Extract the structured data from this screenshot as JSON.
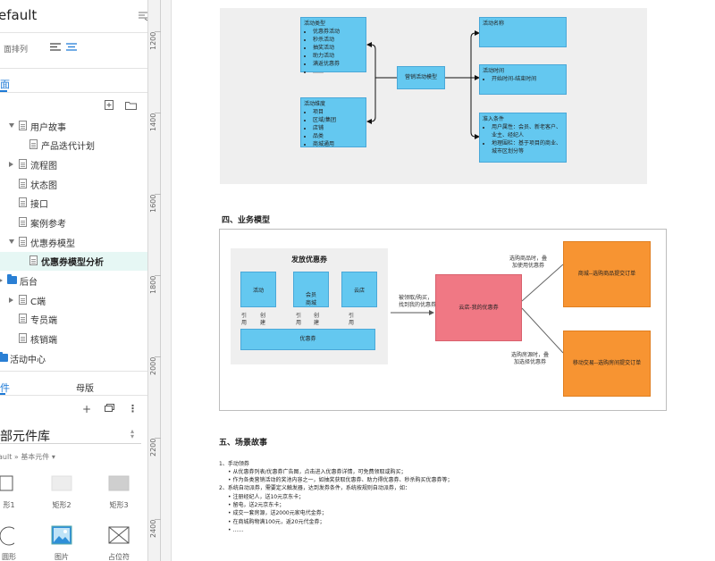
{
  "sidebar": {
    "title": "efault",
    "sort_label": "面排列",
    "pages_tab": "面",
    "tree": [
      {
        "label": "用户故事",
        "kind": "page",
        "expanded": true,
        "indent": 1
      },
      {
        "label": "产品迭代计划",
        "kind": "page",
        "indent": 2
      },
      {
        "label": "流程图",
        "kind": "page",
        "collapsed": true,
        "indent": 1
      },
      {
        "label": "状态图",
        "kind": "page",
        "indent": 1
      },
      {
        "label": "接口",
        "kind": "page",
        "indent": 1
      },
      {
        "label": "案例参考",
        "kind": "page",
        "indent": 1
      },
      {
        "label": "优惠券模型",
        "kind": "page",
        "expanded": true,
        "indent": 1
      },
      {
        "label": "优惠券模型分析",
        "kind": "page",
        "indent": 2,
        "selected": true
      },
      {
        "label": "后台",
        "kind": "folder",
        "collapsed": true,
        "indent": 0
      },
      {
        "label": "C端",
        "kind": "page",
        "collapsed": true,
        "indent": 1
      },
      {
        "label": "专员端",
        "kind": "page",
        "indent": 1
      },
      {
        "label": "核销端",
        "kind": "page",
        "indent": 1
      },
      {
        "label": "活动中心",
        "kind": "folder",
        "indent": -1
      }
    ],
    "library": {
      "tab_components": "件",
      "tab_masters": "母版",
      "selected_library": "部元件库",
      "breadcrumb": "ault » 基本元件 ▾",
      "widgets": [
        {
          "label": "形1",
          "icon": "rectangle-outline-icon"
        },
        {
          "label": "矩形2",
          "icon": "rectangle-light-icon"
        },
        {
          "label": "矩形3",
          "icon": "rectangle-gray-icon"
        },
        {
          "label": "圆形",
          "icon": "ellipse-icon"
        },
        {
          "label": "图片",
          "icon": "image-icon"
        },
        {
          "label": "占位符",
          "icon": "placeholder-icon"
        }
      ]
    }
  },
  "ruler": {
    "labels": [
      "1200",
      "1400",
      "1600",
      "1800",
      "2000",
      "2200",
      "2400"
    ]
  },
  "diagram1": {
    "activity_type": {
      "title": "活动类型",
      "items": [
        "优惠券活动",
        "秒杀活动",
        "抽奖活动",
        "助力活动",
        "满返优惠券",
        "……"
      ]
    },
    "activity_dimension": {
      "title": "活动维度",
      "items": [
        "项目",
        "区域/集团",
        "店铺",
        "品类",
        "商城通用"
      ]
    },
    "center": "营销活动模型",
    "activity_name": "活动名称",
    "activity_time": {
      "title": "活动时间",
      "items": [
        "开始时间-结束时间"
      ]
    },
    "entry_conditions": {
      "title": "准入条件",
      "items": [
        "用户属性：会员、新老客户、业主、经纪人",
        "地理围栏：基于项目的商业、城市区划分等"
      ]
    }
  },
  "section4": {
    "heading": "四、业务模型",
    "issue_title": "发放优惠券",
    "sources": [
      "活动",
      "会员\n商城",
      "云店"
    ],
    "coupon": "优惠券",
    "edge_cite": "引\n用",
    "edge_create": "创\n建",
    "claim_text": "被领取/购买，\n找到我的优惠券",
    "wallet": "云店-我的优惠券",
    "mall_order": "商城--选购商品提交订单",
    "mobile_order": "移动交易--选购房间提交订单",
    "mall_note": "选购商品时，叠\n加使用优惠券",
    "room_note": "选购房源时，叠\n加选择优惠券"
  },
  "section5": {
    "heading": "五、场景故事",
    "lines": [
      "1、手动领券",
      "从优惠券列表/优惠券广告图，点击进入优惠券详情，可免费领取或购买；",
      "作为各类营销活动的奖池内容之一，如抽奖获取优惠券、助力得优惠券、秒杀购买优惠券等；",
      "2、系统自动派券，需要定义触发器，达到发券条件，系统按规则自动派券，如：",
      "注册经纪人，送10元京东卡；",
      "留电，送2元京东卡；",
      "成交一套房源，送2000元家电代金券；",
      "在商城购物满100元，返20元代金券；",
      "……"
    ]
  },
  "colors": {
    "accent": "#1e7ad6",
    "box_blue": "#64c8f0",
    "box_pink": "#f07884",
    "box_orange": "#f79432",
    "selected_bg": "#e6f7f4"
  }
}
